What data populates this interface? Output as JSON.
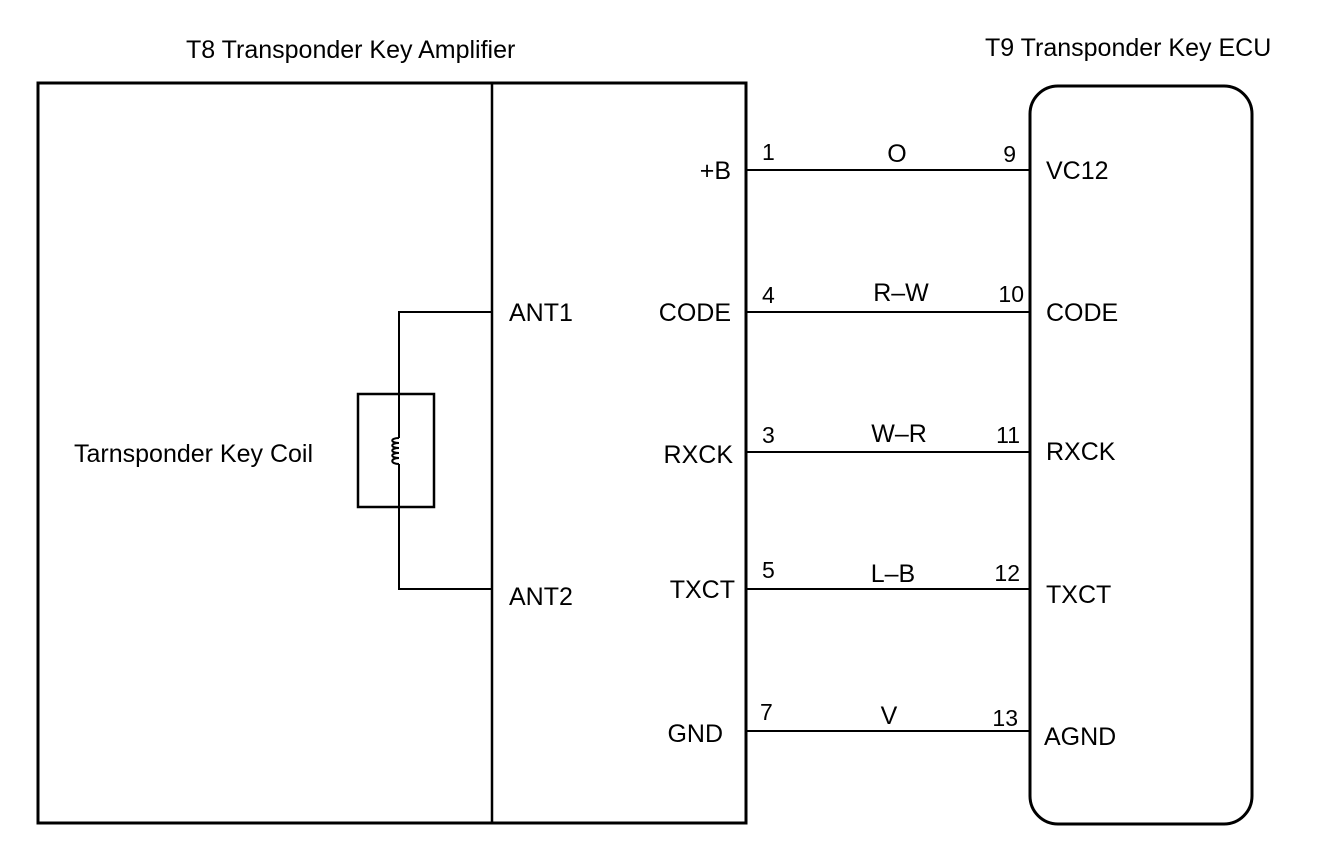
{
  "amplifier": {
    "title": "T8 Transponder Key Amplifier",
    "coil_label": "Tarnsponder Key Coil",
    "antenna_terminals": [
      "ANT1",
      "ANT2"
    ]
  },
  "ecu": {
    "title": "T9 Transponder Key ECU"
  },
  "wires": [
    {
      "from_terminal": "+B",
      "from_pin": "1",
      "color": "O",
      "to_pin": "9",
      "to_terminal": "VC12"
    },
    {
      "from_terminal": "CODE",
      "from_pin": "4",
      "color": "R–W",
      "to_pin": "10",
      "to_terminal": "CODE"
    },
    {
      "from_terminal": "RXCK",
      "from_pin": "3",
      "color": "W–R",
      "to_pin": "11",
      "to_terminal": "RXCK"
    },
    {
      "from_terminal": "TXCT",
      "from_pin": "5",
      "color": "L–B",
      "to_pin": "12",
      "to_terminal": "TXCT"
    },
    {
      "from_terminal": "GND",
      "from_pin": "7",
      "color": "V",
      "to_pin": "13",
      "to_terminal": "AGND"
    }
  ]
}
